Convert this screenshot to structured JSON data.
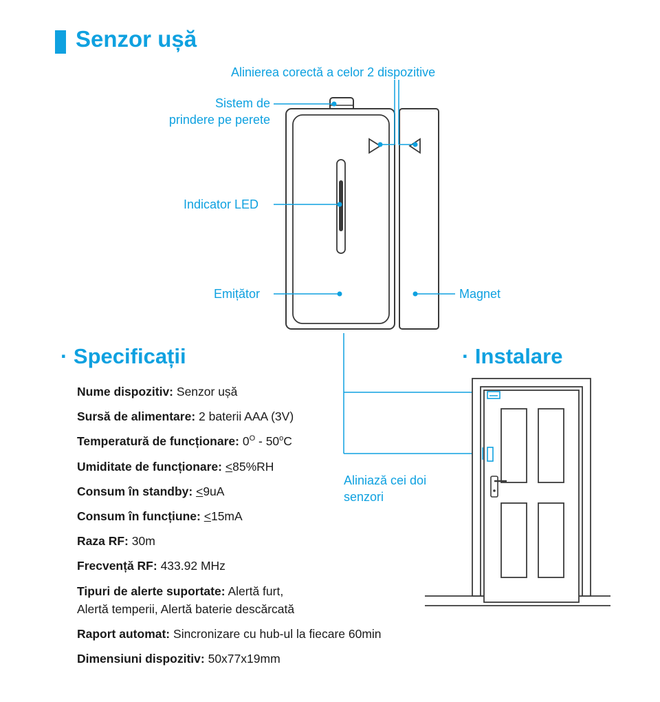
{
  "title": "Senzor ușă",
  "colors": {
    "accent": "#0fa1e0",
    "stroke": "#3a3a3a"
  },
  "callouts": {
    "alignment": "Alinierea corectă a celor 2 dispozitive",
    "mount_line1": "Sistem de",
    "mount_line2": "prindere pe perete",
    "led": "Indicator LED",
    "emitter": "Emițător",
    "magnet": "Magnet",
    "install_line1": "Aliniază cei doi",
    "install_line2": "senzori"
  },
  "sections": {
    "specs": "· Specificații",
    "install": "· Instalare"
  },
  "specs": [
    {
      "label": "Nume dispozitiv:",
      "value": "Senzor ușă"
    },
    {
      "label": "Sursă de alimentare:",
      "value": "2 baterii AAA (3V)"
    },
    {
      "label": "Temperatură de funcționare:",
      "value": "0",
      "sup1": "O",
      "value2": " - 50",
      "sup2": "o",
      "value3": "C"
    },
    {
      "label": "Umiditate de funcționare:",
      "symbol": "<",
      "value": "85%RH"
    },
    {
      "label": "Consum în standby:",
      "symbol": "<",
      "value": "9uA"
    },
    {
      "label": "Consum în funcțiune:",
      "symbol": "<",
      "value": "15mA"
    },
    {
      "label": "Raza RF:",
      "value": "30m"
    },
    {
      "label": "Frecvență RF:",
      "value": "433.92 MHz"
    },
    {
      "label": "Tipuri de alerte suportate:",
      "value": "Alertă furt,",
      "value_line2": "Alertă temperii, Alertă baterie descărcată"
    },
    {
      "label": "Raport automat:",
      "value": "Sincronizare cu hub-ul la fiecare 60min"
    },
    {
      "label": "Dimensiuni dispozitiv:",
      "value": "50x77x19mm"
    }
  ]
}
